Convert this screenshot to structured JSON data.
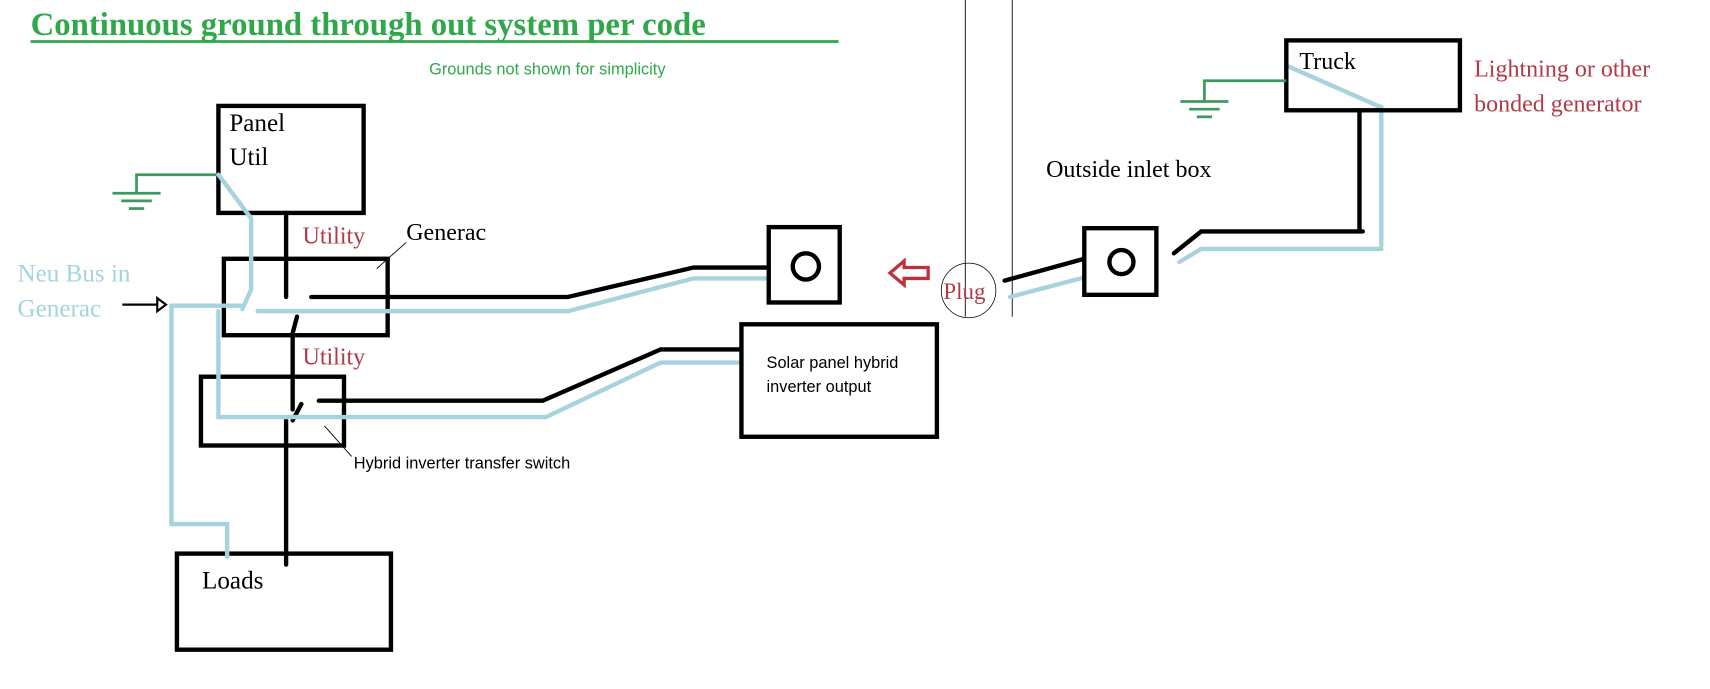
{
  "title": "Continuous ground through out system per code",
  "subtitle": "Grounds not shown for simplicity",
  "colors": {
    "title": "#2ea84a",
    "ground": "#3d9a5e",
    "neutral": "#a6d3dc",
    "red_label": "#b03a48",
    "wire": "#000000"
  },
  "panel": {
    "line1": "Panel",
    "line2": "Util"
  },
  "generac_label": "Generac",
  "utility_label_1": "Utility",
  "utility_label_2": "Utility",
  "neu_bus": {
    "line1": "Neu Bus in",
    "line2": "Generac"
  },
  "hybrid_switch_label": "Hybrid inverter transfer switch",
  "loads_label": "Loads",
  "solar": {
    "line1": "Solar panel hybrid",
    "line2": "inverter output"
  },
  "plug_label": "Plug",
  "outside_inlet_label": "Outside inlet box",
  "truck_label": "Truck",
  "generator_note": {
    "line1": "Lightning or other",
    "line2": "bonded generator"
  }
}
